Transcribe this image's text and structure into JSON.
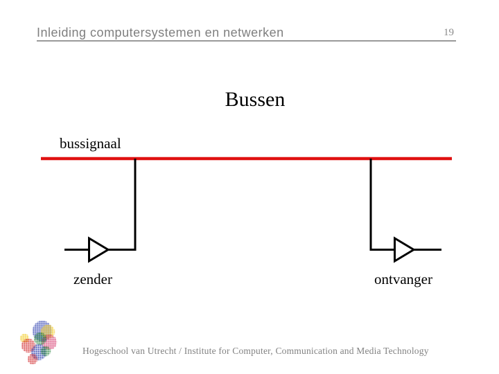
{
  "header": {
    "course_title": "Inleiding computersystemen en netwerken",
    "slide_number": "19"
  },
  "title": "Bussen",
  "diagram": {
    "bus_label": "bussignaal",
    "sender_label": "zender",
    "receiver_label": "ontvanger"
  },
  "footer": {
    "affiliation": "Hogeschool van Utrecht / Institute for Computer, Communication and Media Technology"
  },
  "colors": {
    "bus_red": "#e01212",
    "line_black": "#000000",
    "header_gray": "#7f7f7f"
  }
}
